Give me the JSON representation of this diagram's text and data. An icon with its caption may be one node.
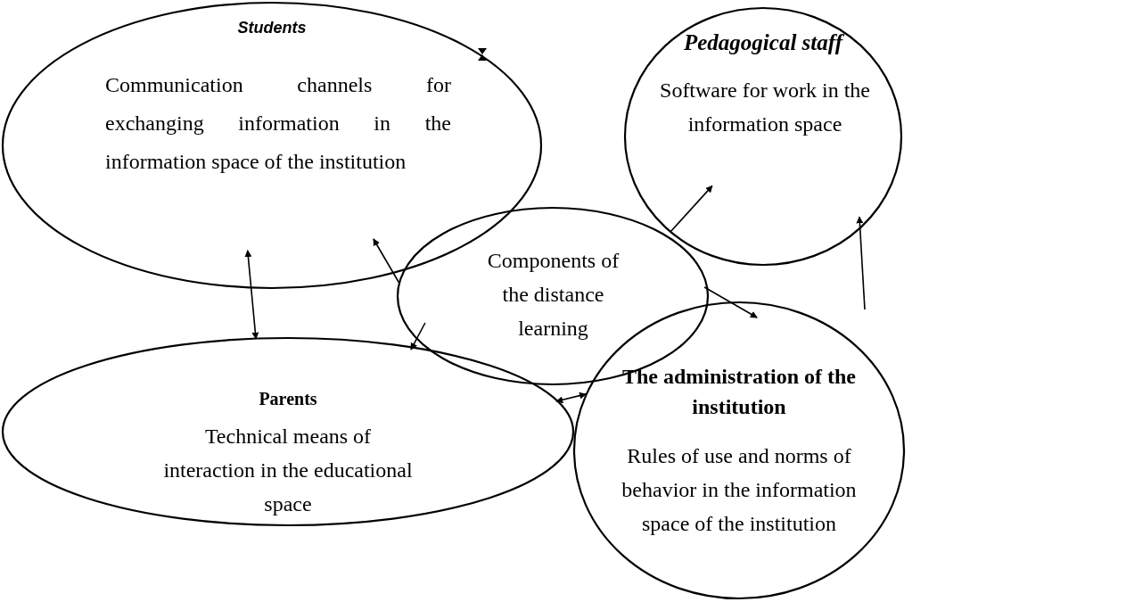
{
  "diagram": {
    "nodes": [
      {
        "text": [
          "Students",
          "Communication channels for exchanging information in the information space of the institution"
        ]
      },
      {
        "text": [
          "Pedagogical staff",
          "Software for work in the information space"
        ]
      },
      {
        "text": [
          "Components of the distance learning"
        ]
      },
      {
        "text": [
          "Parents",
          "Technical means of interaction in the educational space"
        ]
      },
      {
        "text": [
          "The administration of the institution",
          "Rules of use and norms of behavior in the information space of the institution"
        ]
      }
    ],
    "edges": [
      {
        "from": 2,
        "to": 0,
        "arrow": "to"
      },
      {
        "from": 2,
        "to": 1,
        "arrow": "to"
      },
      {
        "from": 2,
        "to": 4,
        "arrow": "to"
      },
      {
        "from": 2,
        "to": 3,
        "arrow": "to"
      },
      {
        "from": 4,
        "to": 1,
        "arrow": "to"
      },
      {
        "from": 3,
        "to": 0,
        "arrow": "both"
      },
      {
        "from": 3,
        "to": 4,
        "arrow": "both"
      }
    ]
  }
}
